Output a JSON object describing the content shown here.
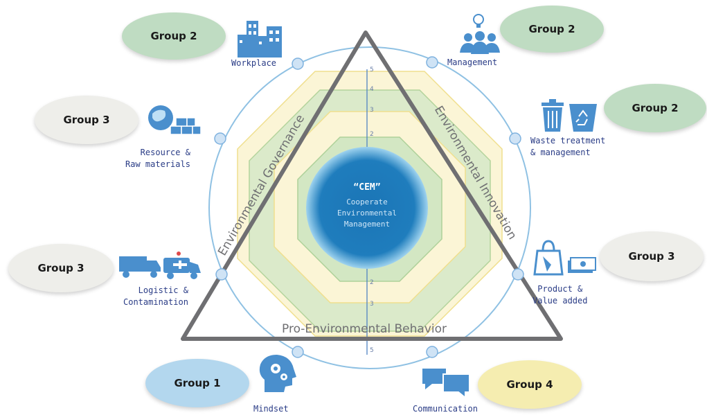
{
  "center": {
    "title": "“CEM”",
    "line1": "Cooperate",
    "line2": "Environmental",
    "line3": "Management"
  },
  "triangle_labels": {
    "left": "Environmental Governance",
    "right": "Environmental Innovation",
    "bottom": "Pro-Environmental Behavior"
  },
  "axis_ticks_top": [
    "5",
    "4",
    "3",
    "2"
  ],
  "axis_ticks_bottom": [
    "2",
    "3",
    "5"
  ],
  "nodes": {
    "workplace": {
      "label": "Workplace",
      "group": "Group 2"
    },
    "management": {
      "label": "Management",
      "group": "Group 2"
    },
    "resource": {
      "line1": "Resource &",
      "line2": "Raw materials",
      "group": "Group 3"
    },
    "waste": {
      "line1": "Waste treatment",
      "line2": "& management",
      "group": "Group 2"
    },
    "logistic": {
      "line1": "Logistic &",
      "line2": "Contamination",
      "group": "Group 3"
    },
    "product": {
      "line1": "Product &",
      "line2": "Value added",
      "group": "Group 3"
    },
    "mindset": {
      "label": "Mindset",
      "group": "Group 1"
    },
    "communication": {
      "label": "Communication",
      "group": "Group 4"
    }
  },
  "colors": {
    "group1": "#b3d7ee",
    "group2": "#bfdcc2",
    "group3": "#eeeeea",
    "group4": "#f5edb0",
    "center": "#1b75b6",
    "icon": "#4a8fcd",
    "triangle": "#6f6f72"
  }
}
